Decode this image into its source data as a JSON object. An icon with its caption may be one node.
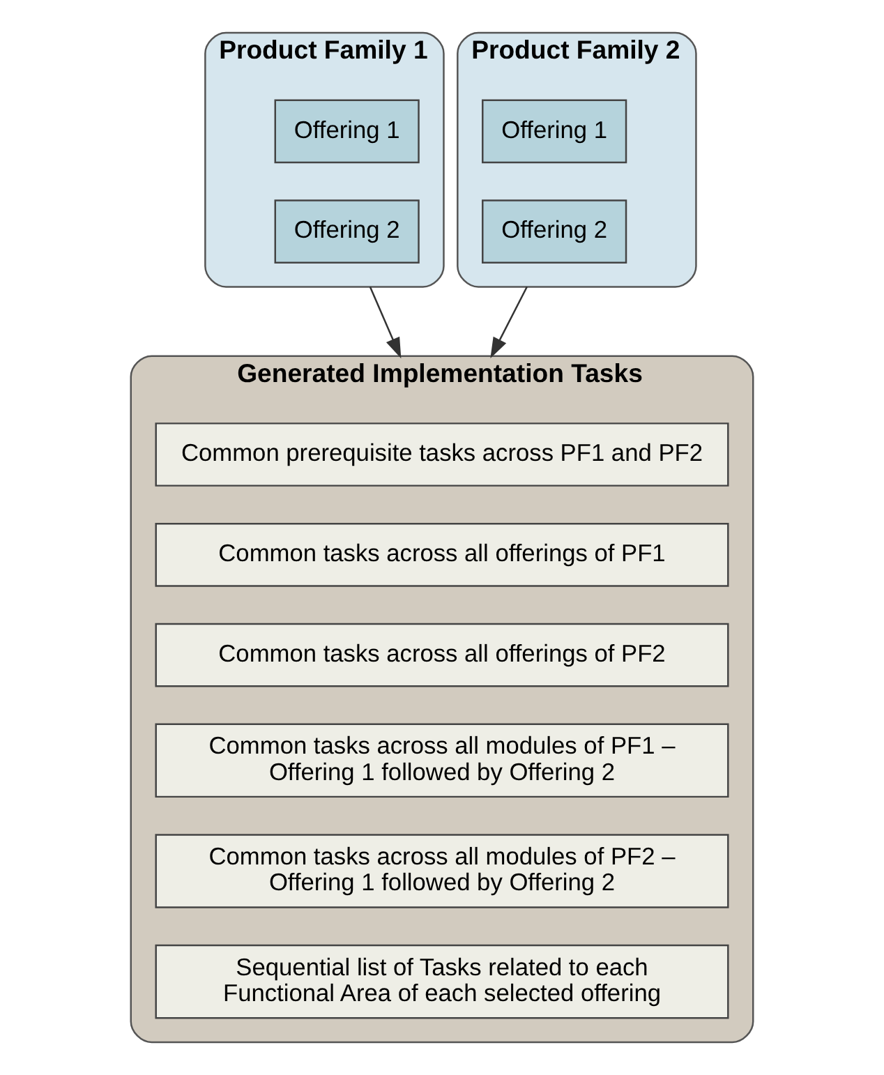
{
  "diagram": {
    "nodes": [
      {
        "text": [
          "Product Family 1"
        ]
      },
      {
        "text": [
          "Offering 1"
        ],
        "in": 0
      },
      {
        "text": [
          "Offering 2"
        ],
        "in": 0
      },
      {
        "text": [
          "Product Family 2"
        ]
      },
      {
        "text": [
          "Offering 1"
        ],
        "in": 3
      },
      {
        "text": [
          "Offering 2"
        ],
        "in": 3
      },
      {
        "text": [
          "Generated Implementation Tasks"
        ]
      },
      {
        "text": [
          "Common prerequisite tasks across PF1 and PF2"
        ],
        "in": 6
      },
      {
        "text": [
          "Common tasks across all offerings of PF1"
        ],
        "in": 6
      },
      {
        "text": [
          "Common tasks across all offerings of PF2"
        ],
        "in": 6
      },
      {
        "text": [
          "Common tasks across all modules of PF1 – Offering 1 followed by Offering 2"
        ],
        "in": 6
      },
      {
        "text": [
          "Common tasks across all modules of PF2 – Offering 1 followed by Offering 2"
        ],
        "in": 6
      },
      {
        "text": [
          "Sequential list of Tasks related to each Functional Area of each selected offering"
        ],
        "in": 6
      }
    ],
    "edges": [
      {
        "from": 0,
        "to": 6,
        "arrow": "to"
      },
      {
        "from": 3,
        "to": 6,
        "arrow": "to"
      }
    ]
  }
}
